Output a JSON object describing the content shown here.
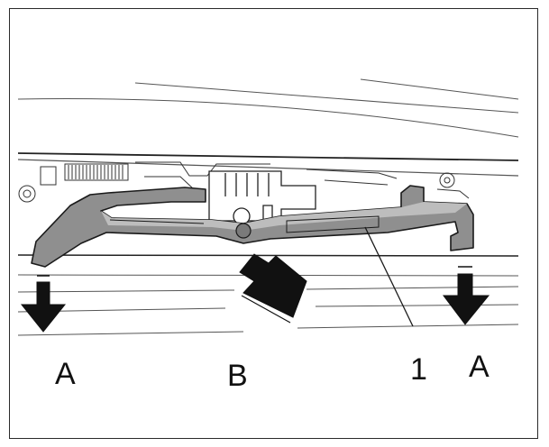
{
  "labels": {
    "arrow_a_left": "A",
    "arrow_b": "B",
    "part_callout": "1",
    "arrow_a_right": "A"
  },
  "colors": {
    "part_fill": "#8f8f8f",
    "part_highlight": "#bdbdbd",
    "line": "#1a1a1a",
    "arrow_fill": "#111111"
  }
}
